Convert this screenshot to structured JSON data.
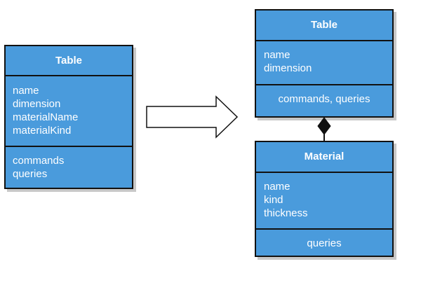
{
  "left_class": {
    "name": "Table",
    "attributes": [
      "name",
      "dimension",
      "materialName",
      "materialKind"
    ],
    "operations": [
      "commands",
      "queries"
    ]
  },
  "right_class": {
    "name": "Table",
    "attributes": [
      "name",
      "dimension"
    ],
    "operations": [
      "commands, queries"
    ]
  },
  "material_class": {
    "name": "Material",
    "attributes": [
      "name",
      "kind",
      "thickness"
    ],
    "operations": [
      "queries"
    ]
  },
  "colors": {
    "box_fill": "#4a9bdc",
    "border": "#111111",
    "shadow": "#c8c8c8",
    "text": "#ffffff"
  },
  "relationship": "composition",
  "transform_arrow": "hollow-block-arrow"
}
